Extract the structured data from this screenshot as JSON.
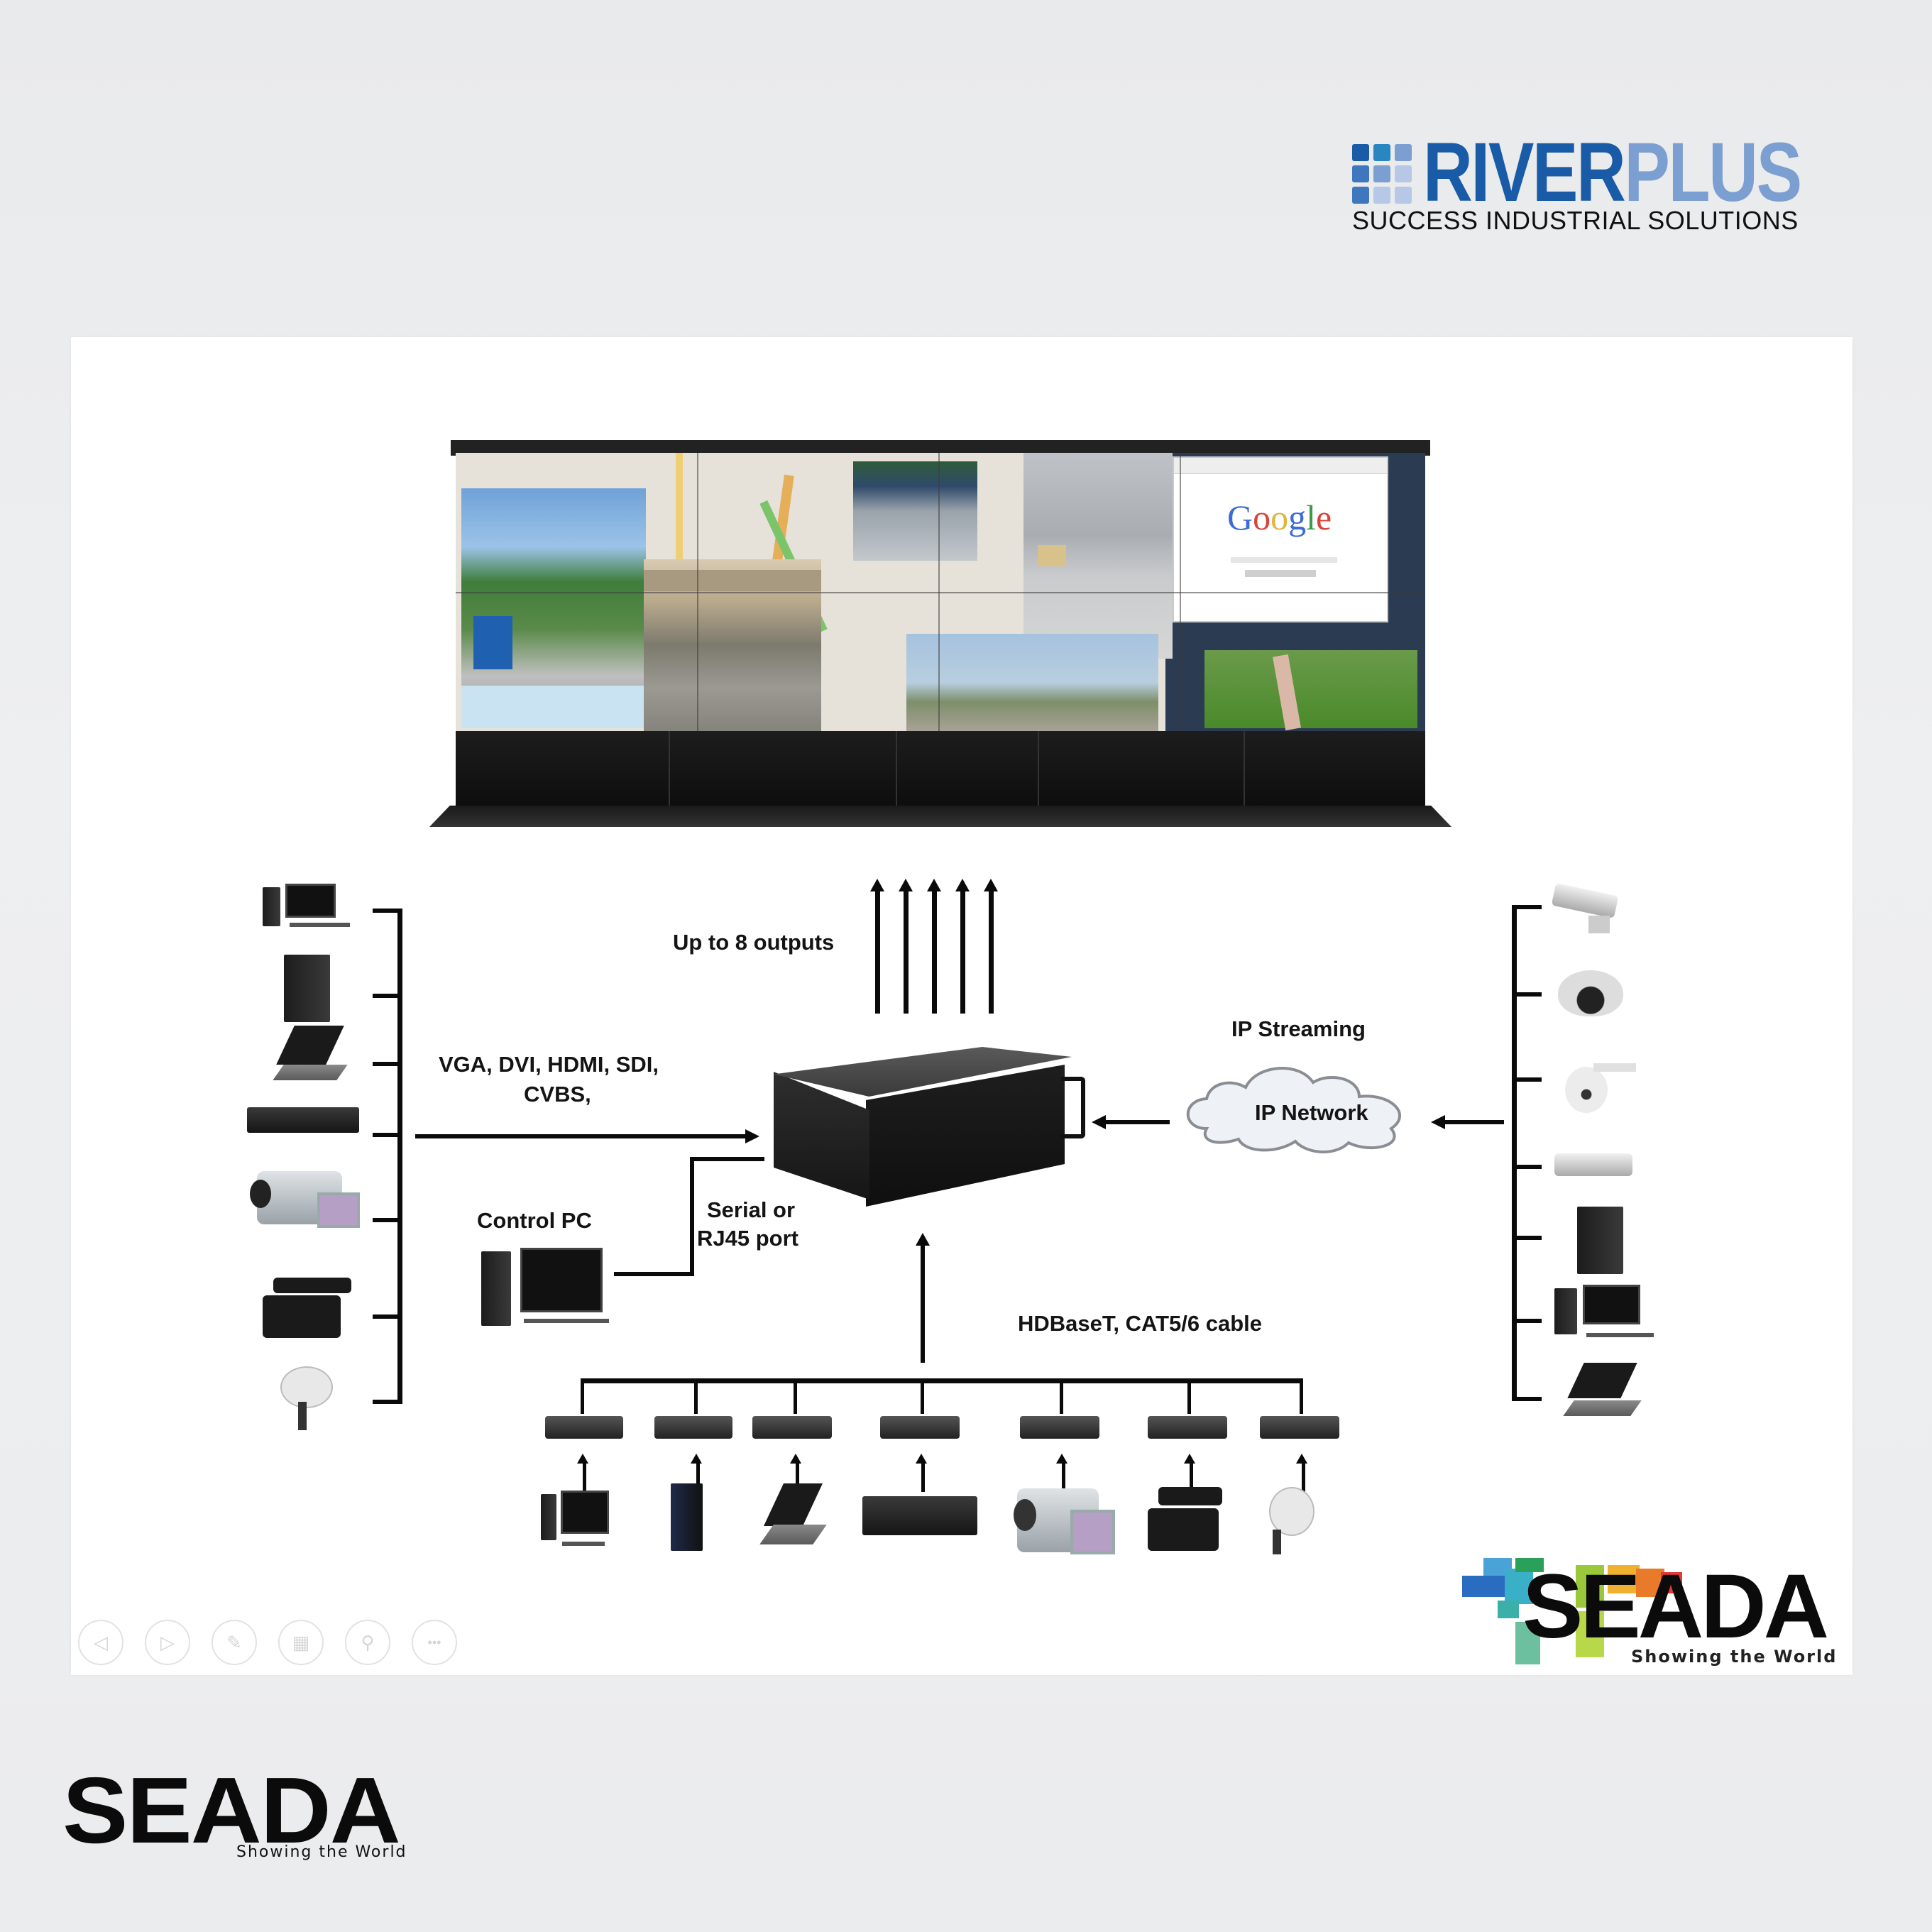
{
  "header": {
    "brand_logo": {
      "name_part1": "RIVER",
      "name_part2": "PLUS",
      "tagline": "SUCCESS INDUSTRIAL SOLUTIONS",
      "colors": {
        "dark_blue": "#1a5ba8",
        "light_blue": "#7b9fd1"
      }
    }
  },
  "diagram": {
    "video_wall": {
      "screens": [
        "highway-truck",
        "overpass-traffic",
        "city-map",
        "traffic-camera",
        "rainy-traffic",
        "landscape-sky",
        "browser-google",
        "mushroom-grass"
      ],
      "browser_logo_text": "Google"
    },
    "outputs_label": "Up to 8 outputs",
    "output_arrow_count": 5,
    "inputs_label_line1": "VGA, DVI, HDMI, SDI,",
    "inputs_label_line2": "CVBS,",
    "control_pc_label": "Control PC",
    "control_port_line1": "Serial or",
    "control_port_line2": "RJ45 port",
    "ip_streaming_label": "IP Streaming",
    "ip_network_label": "IP Network",
    "hdbaset_label": "HDBaseT, CAT5/6 cable",
    "left_sources": [
      "desktop-pc",
      "pc-tower",
      "laptop",
      "dvr-box",
      "camcorder",
      "pro-video-camera",
      "satellite-dish"
    ],
    "right_sources": [
      "bullet-ip-camera",
      "dome-ip-camera",
      "ptz-ip-camera",
      "box-ip-camera",
      "pc-tower",
      "desktop-pc",
      "laptop"
    ],
    "bottom_sources": [
      "desktop-pc",
      "pc-tower",
      "laptop",
      "dvr-box",
      "camcorder",
      "pro-video-camera",
      "satellite-dish"
    ],
    "hdbaset_receiver_count": 7
  },
  "slide_toolbar": {
    "buttons": [
      {
        "name": "previous",
        "glyph": "◁"
      },
      {
        "name": "next",
        "glyph": "▷"
      },
      {
        "name": "pen",
        "glyph": "✎"
      },
      {
        "name": "slides",
        "glyph": "▦"
      },
      {
        "name": "zoom",
        "glyph": "⚲"
      },
      {
        "name": "more",
        "glyph": "•••"
      }
    ]
  },
  "watermark_logo": {
    "name": "SEADA",
    "tagline": "Showing the World"
  },
  "footer_logo": {
    "name": "SEADA",
    "tagline": "Showing the World"
  }
}
